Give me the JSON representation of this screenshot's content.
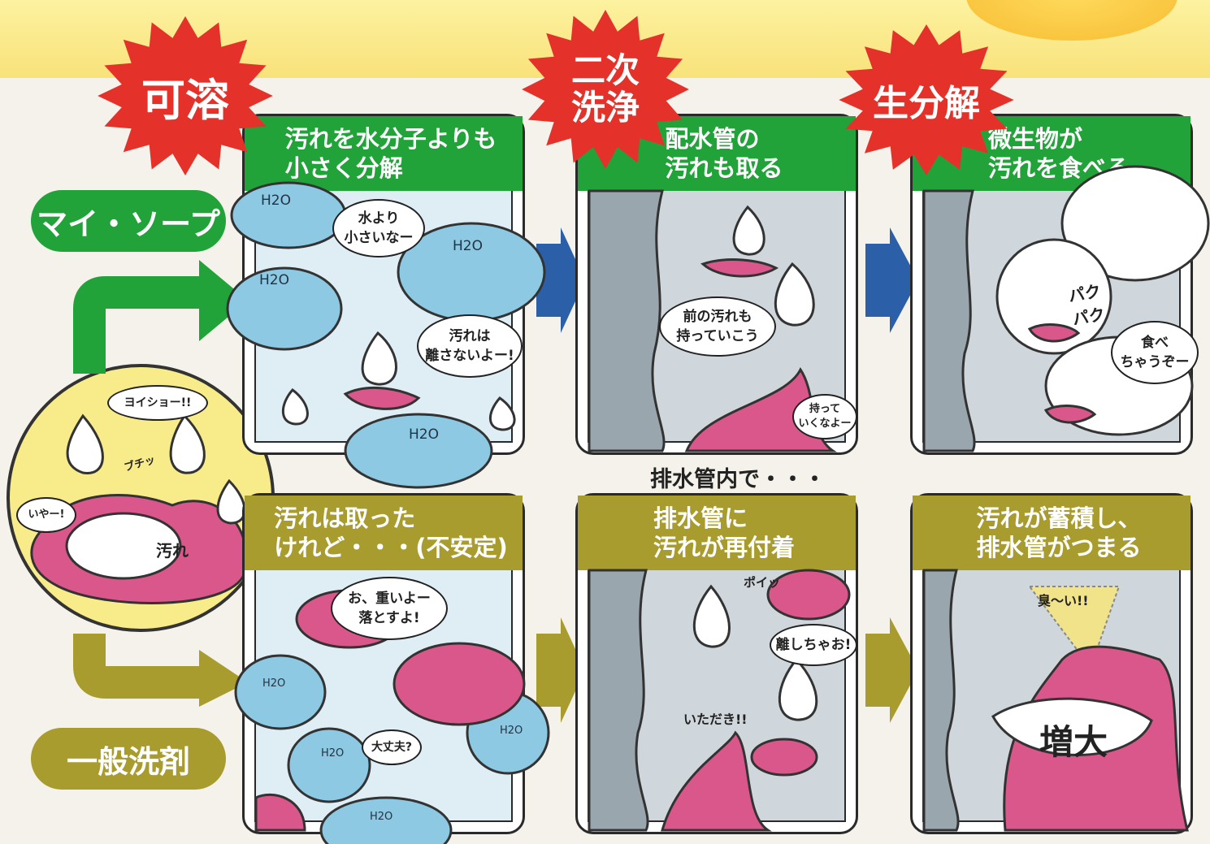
{
  "colors": {
    "green": "#22a33a",
    "olive": "#a99c2e",
    "red": "#e4322b",
    "blue": "#2b5fa8",
    "dirt": "#d9578a",
    "water": "#8ec9e4"
  },
  "bursts": [
    "可溶",
    "二次\n洗浄",
    "生分解"
  ],
  "labels": {
    "my_soap": "マイ・ソープ",
    "general": "一般洗剤"
  },
  "between_text": "排水管内で・・・",
  "top_row": [
    {
      "header": "汚れを水分子よりも\n小さく分解",
      "bubbles": [
        "水より\n小さいなー",
        "汚れは\n離さないよー!"
      ],
      "h2o": [
        "H2O",
        "H2O",
        "H2O",
        "H2O"
      ]
    },
    {
      "header": "配水管の\n汚れも取る",
      "bubbles": [
        "前の汚れも\n持っていこう",
        "持って\nいくなよー"
      ]
    },
    {
      "header": "微生物が\n汚れを食べる",
      "bubbles": [
        "食べ\nちゃうぞー"
      ],
      "notes": [
        "パク\nパク"
      ]
    }
  ],
  "bottom_row": [
    {
      "header": "汚れは取った\nけれど・・・(不安定)",
      "bubbles": [
        "お、重いよー\n落とすよ!",
        "大丈夫?"
      ],
      "h2o": [
        "H2O",
        "H2O",
        "H2O",
        "H2O"
      ]
    },
    {
      "header": "排水管に\n汚れが再付着",
      "bubbles": [
        "離しちゃお!"
      ],
      "notes": [
        "ポイッ",
        "いただき!!"
      ]
    },
    {
      "header": "汚れが蓄積し、\n排水管がつまる",
      "notes": [
        "臭～い!!",
        "増大"
      ]
    }
  ],
  "circle": {
    "bubbles": [
      "ヨイショー!!",
      "いやー!"
    ],
    "notes": [
      "ブチッ",
      "汚れ"
    ]
  }
}
